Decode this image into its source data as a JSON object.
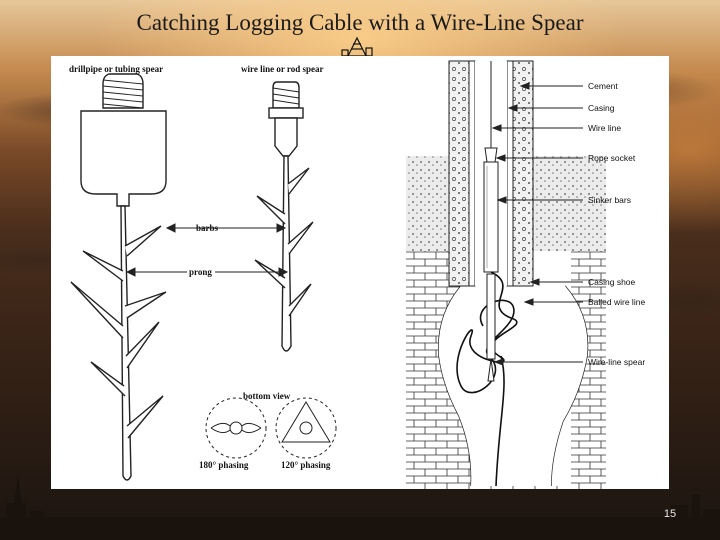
{
  "slide": {
    "title": "Catching Logging Cable with a Wire-Line Spear",
    "page_number": "15"
  },
  "left_figure": {
    "drillpipe_label": "drillpipe or tubing spear",
    "wireline_label": "wire line or rod spear",
    "barbs_label": "barbs",
    "prong_label": "prong",
    "bottom_view_label": "bottom view",
    "phasing_180": "180° phasing",
    "phasing_120": "120° phasing"
  },
  "right_figure": {
    "labels": [
      "Cement",
      "Casing",
      "Wire line",
      "Rope socket",
      "Sinker bars",
      "Casing shoe",
      "Balled wire line",
      "Wire-line spear"
    ]
  }
}
